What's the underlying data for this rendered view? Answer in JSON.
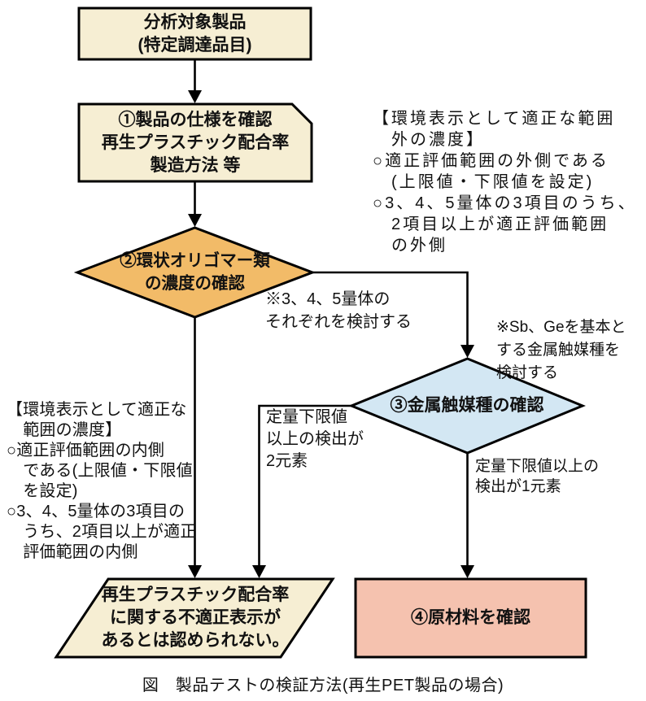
{
  "caption": "図　製品テストの検証方法(再生PET製品の場合)",
  "colors": {
    "process_cream": "#f6eed3",
    "decision_orange": "#f2bb68",
    "decision_blue": "#d3e7f3",
    "action_pink": "#f5c2af",
    "line_black": "#000000"
  },
  "nodes": {
    "source": {
      "text": "分析対象製品\n(特定調達品目)"
    },
    "spec_check": {
      "text": "①製品の仕様を確認\n再生プラスチック配合率\n製造方法 等"
    },
    "oligomer_decision": {
      "text": "②環状オリゴマー類\nの濃度の確認"
    },
    "catalyst_decision": {
      "text": "③金属触媒種の確認"
    },
    "no_improper_result": {
      "text": "再生プラスチック配合率\nに関する不適正表示が\nあるとは認められない。"
    },
    "raw_material_check": {
      "text": "④原材料を確認"
    }
  },
  "annotations": {
    "out_of_range_note": {
      "text": "【環境表示として適正な範囲\n　外の濃度】\n○適正評価範囲の外側である\n　(上限値・下限値を設定)\n○3、4、5量体の3項目のうち、\n　2項目以上が適正評価範囲\n　の外側"
    },
    "in_range_note": {
      "text": "【環境表示として適正な\n　範囲の濃度】\n○適正評価範囲の内側\n　である(上限値・下限値\n　を設定)\n○3、4、5量体の3項目の\n　うち、2項目以上が適正\n　評価範囲の内側"
    },
    "oligomer_method_note": {
      "text": "※3、4、5量体の\nそれぞれを検討する"
    },
    "catalyst_method_note": {
      "text": "※Sb、Geを基本と\nする金属触媒種を\n検討する"
    },
    "two_elements_label": {
      "text": "定量下限値\n以上の検出が\n2元素"
    },
    "one_element_label": {
      "text": "定量下限値以上の\n検出が1元素"
    }
  }
}
